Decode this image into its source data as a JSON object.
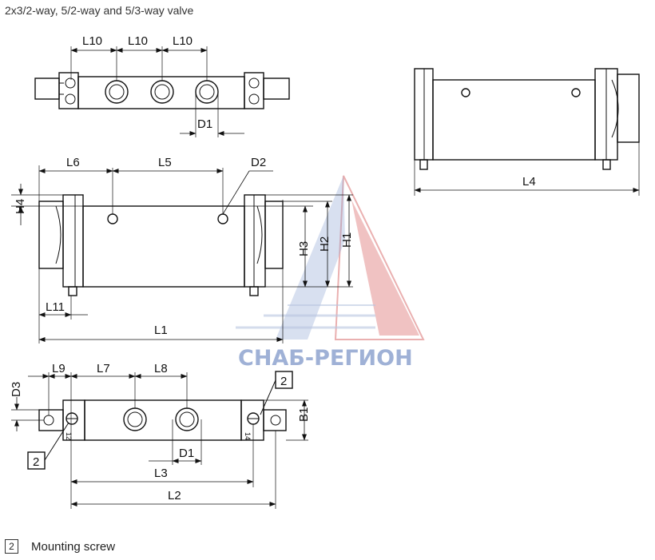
{
  "title": "2x3/2-way, 5/2-way and 5/3-way valve",
  "watermark": {
    "text": "СНАБ-РЕГИОН",
    "color_red": "#d45050",
    "color_blue": "#8fa6d4"
  },
  "dimensions": {
    "L1": "L1",
    "L2": "L2",
    "L3": "L3",
    "L4": "L4",
    "L5": "L5",
    "L6": "L6",
    "L7": "L7",
    "L8": "L8",
    "L9": "L9",
    "L10": "L10",
    "L11": "L11",
    "H1": "H1",
    "H2": "H2",
    "H3": "H3",
    "H4": "H4",
    "D1": "D1",
    "D2": "D2",
    "D3": "D3",
    "B1": "B1"
  },
  "callouts": {
    "mounting_screw_ref": "2"
  },
  "port_marks": {
    "left": "12",
    "right": "14"
  },
  "legend": {
    "ref": "2",
    "text": "Mounting screw"
  }
}
